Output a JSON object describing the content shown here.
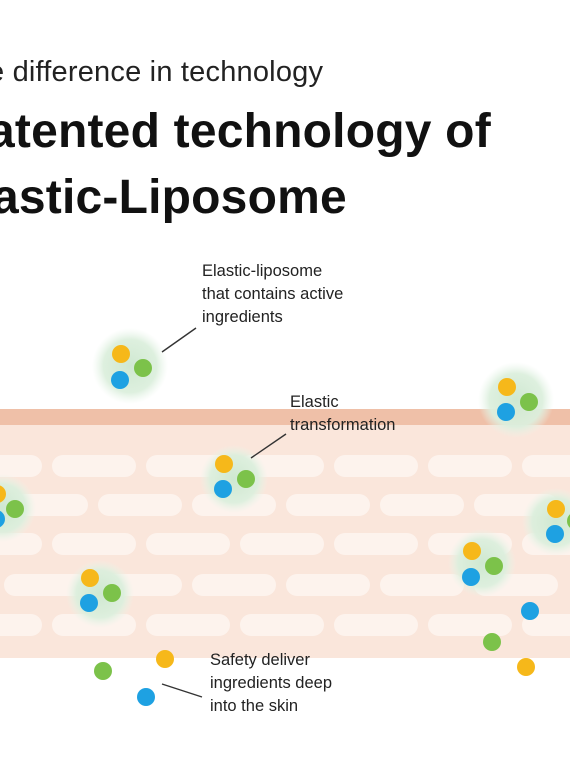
{
  "header": {
    "subtitle": "e difference in technology",
    "headline_line1": "atented technology of",
    "headline_line2": "astic-Liposome"
  },
  "annotations": {
    "liposome": [
      "Elastic-liposome",
      "that contains active",
      "ingredients"
    ],
    "transformation": [
      "Elastic",
      "transformation"
    ],
    "delivery": [
      "Safety deliver",
      "ingredients deep",
      "into the skin"
    ]
  },
  "colors": {
    "skin_surface": "#efc0a8",
    "skin_layer": "#fae6db",
    "skin_cell": "#fdf3ed",
    "liposome_halo": "#daeedc",
    "ingredient_yellow": "#f6b81a",
    "ingredient_green": "#7cc24a",
    "ingredient_blue": "#1ea1e2",
    "leader_line": "#333333"
  }
}
